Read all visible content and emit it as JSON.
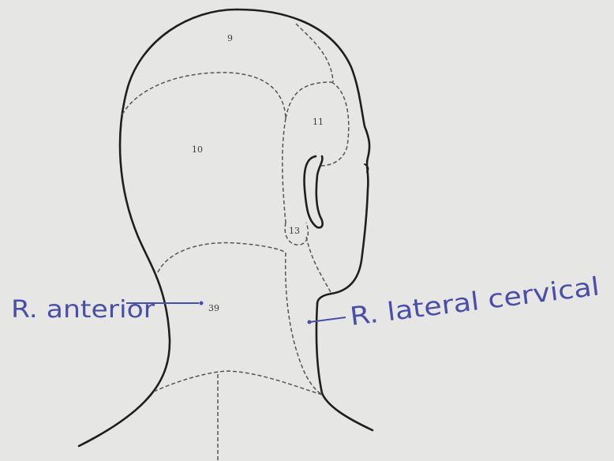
{
  "figure": {
    "region_labels": [
      "9",
      "10",
      "11",
      "13",
      "39"
    ],
    "annotations": {
      "left": "R. anterior",
      "right": "R. lateral cervical"
    }
  },
  "colors": {
    "paper": "#e6e7e4",
    "outline": "#1f1f1f",
    "dashed": "#555555",
    "ink": "#4a4ea8"
  }
}
